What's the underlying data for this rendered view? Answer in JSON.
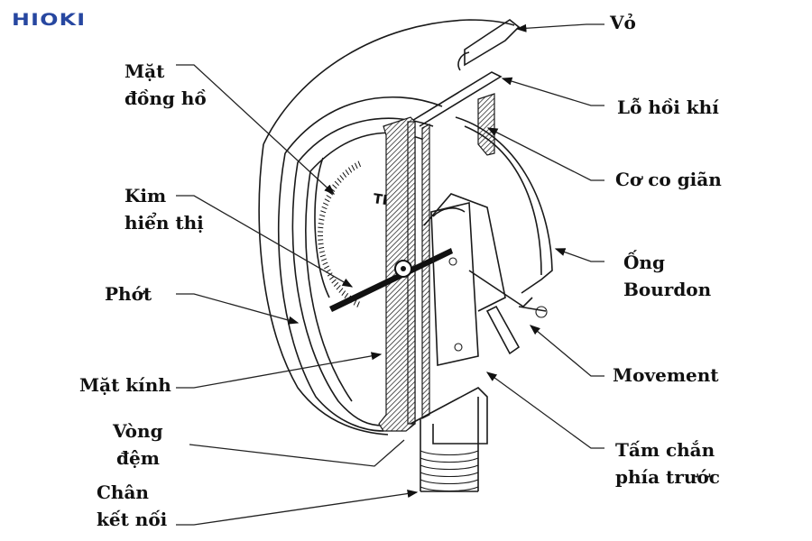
{
  "brand": {
    "logo_text": "HIOKI",
    "color": "#2747a0"
  },
  "diagram": {
    "title": "Pressure gauge cross-section (Bourdon tube)",
    "dial_marking": "TIEB",
    "labels_left": [
      {
        "id": "mat-dong-ho",
        "lines": [
          "Mặt",
          "đồng hồ"
        ]
      },
      {
        "id": "kim-hien-thi",
        "lines": [
          "Kim",
          "hiển thị"
        ]
      },
      {
        "id": "phot",
        "lines": [
          "Phớt"
        ]
      },
      {
        "id": "mat-kinh",
        "lines": [
          "Mặt kính"
        ]
      },
      {
        "id": "vong-dem",
        "lines": [
          "Vòng",
          "đệm"
        ]
      },
      {
        "id": "chan-ket-noi",
        "lines": [
          "Chân",
          "kết nối"
        ]
      }
    ],
    "labels_right": [
      {
        "id": "vo",
        "lines": [
          "Vỏ"
        ]
      },
      {
        "id": "lo-hoi-khi",
        "lines": [
          "Lỗ hồi khí"
        ]
      },
      {
        "id": "co-co-gian",
        "lines": [
          "Cơ co giãn"
        ]
      },
      {
        "id": "ong-bourdon",
        "lines": [
          "Ống",
          "Bourdon"
        ]
      },
      {
        "id": "movement",
        "lines": [
          "Movement"
        ]
      },
      {
        "id": "tam-chan",
        "lines": [
          "Tấm chắn",
          "phía trước"
        ]
      }
    ]
  }
}
